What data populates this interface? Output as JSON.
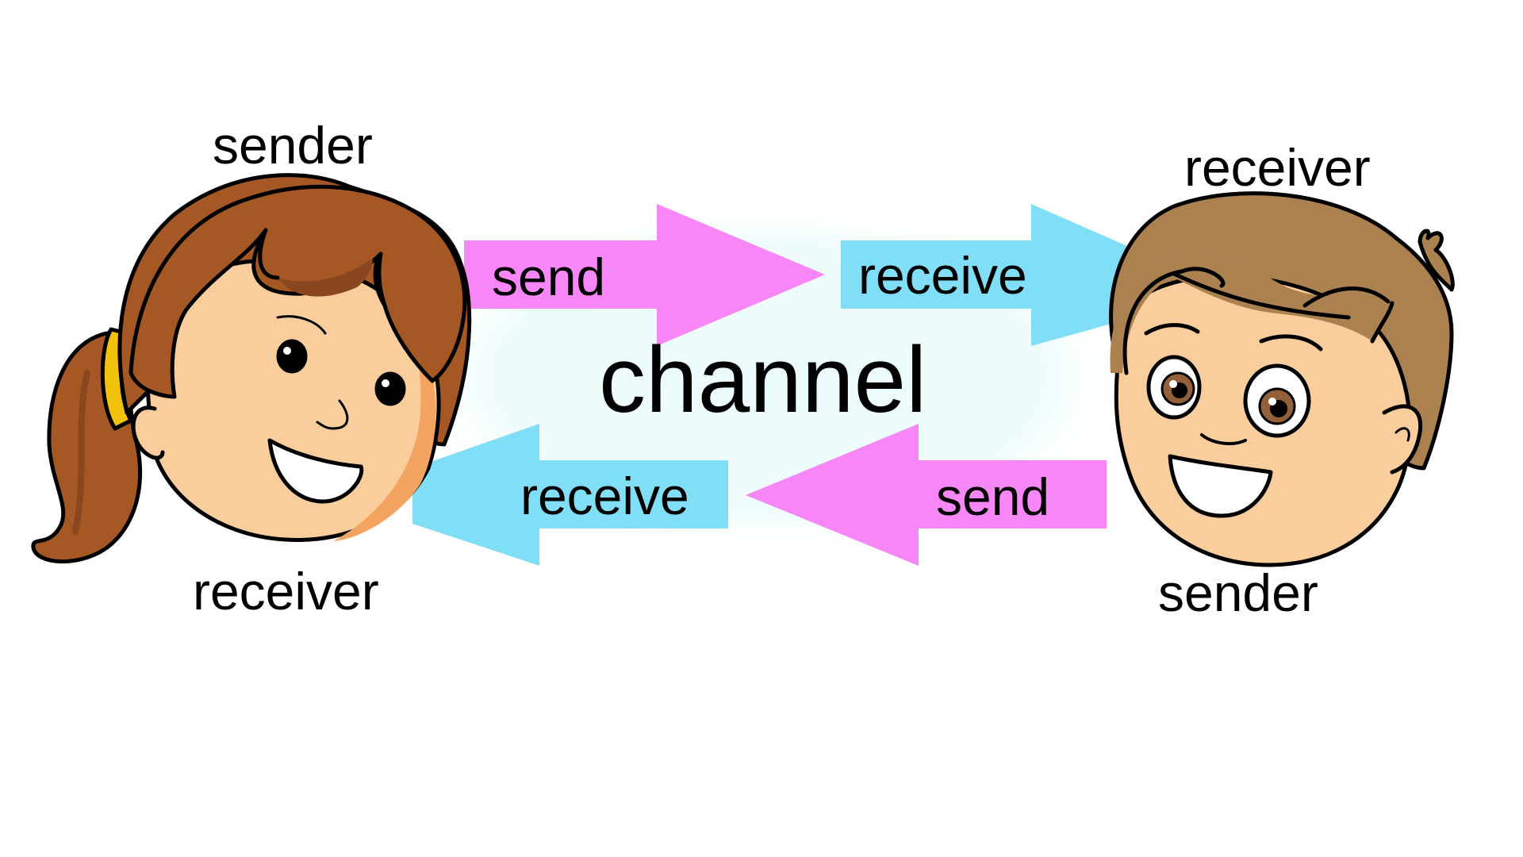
{
  "diagram": {
    "channel_label": "channel",
    "left_person": {
      "top_label": "sender",
      "bottom_label": "receiver"
    },
    "right_person": {
      "top_label": "receiver",
      "bottom_label": "sender"
    },
    "arrows": {
      "top_left": "send",
      "top_right": "receive",
      "bottom_right": "send",
      "bottom_left": "receive"
    }
  },
  "colors": {
    "send_arrow": "#f786f7",
    "receive_arrow": "#80dff7",
    "channel_glow": "#eafbfb",
    "girl_hair": "#a65824",
    "girl_hair_shade": "#8a4620",
    "girl_skin": "#f9cd9c",
    "girl_skin_shade": "#f4a460",
    "boy_hair": "#ac8150",
    "boy_skin": "#f9cd9c",
    "boy_eye": "#93603a",
    "hair_tie": "#f2c10a"
  }
}
